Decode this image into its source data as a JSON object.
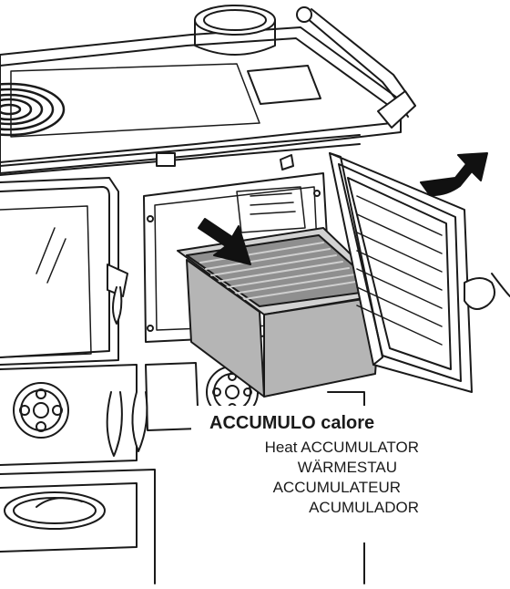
{
  "label": {
    "title": "ACCUMULO calore",
    "translations": [
      "Heat ACCUMULATOR",
      "WÄRMESTAU",
      "ACCUMULATEUR",
      "ACUMULADOR"
    ]
  },
  "colors": {
    "line": "#1a1a1a",
    "accumulator_grey": "#b5b5b5",
    "accumulator_top": "#8f8f8f",
    "arrow": "#111111"
  }
}
